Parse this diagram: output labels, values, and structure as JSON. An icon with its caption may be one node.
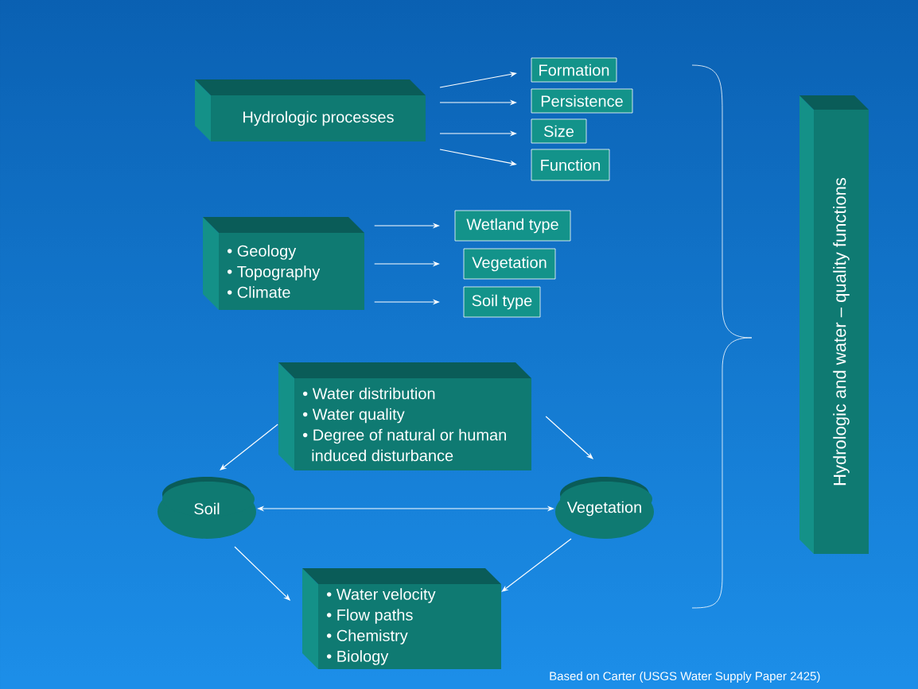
{
  "diagram": {
    "caption": "Based on Carter (USGS Water Supply Paper 2425)",
    "nodes": [
      {
        "text": [
          "Hydrologic processes"
        ]
      },
      {
        "text": [
          "Formation"
        ]
      },
      {
        "text": [
          "Persistence"
        ]
      },
      {
        "text": [
          "Size"
        ]
      },
      {
        "text": [
          "Function"
        ]
      },
      {
        "text": [
          "• Geology",
          "• Topography",
          "• Climate"
        ]
      },
      {
        "text": [
          "Wetland type"
        ]
      },
      {
        "text": [
          "Vegetation"
        ]
      },
      {
        "text": [
          "Soil type"
        ]
      },
      {
        "text": [
          "• Water distribution",
          "• Water quality",
          "• Degree of natural or human induced disturbance"
        ]
      },
      {
        "text": [
          "Soil"
        ]
      },
      {
        "text": [
          "Vegetation"
        ]
      },
      {
        "text": [
          "• Water velocity",
          "• Flow paths",
          "• Chemistry",
          "• Biology"
        ]
      },
      {
        "text": [
          "Hydrologic and water – quality functions"
        ]
      }
    ],
    "edges": [
      {
        "from": 0,
        "to": 1,
        "arrow": "to"
      },
      {
        "from": 0,
        "to": 2,
        "arrow": "to"
      },
      {
        "from": 0,
        "to": 3,
        "arrow": "to"
      },
      {
        "from": 0,
        "to": 4,
        "arrow": "to"
      },
      {
        "from": 5,
        "to": 6,
        "arrow": "to"
      },
      {
        "from": 5,
        "to": 7,
        "arrow": "to"
      },
      {
        "from": 5,
        "to": 8,
        "arrow": "to"
      },
      {
        "from": 9,
        "to": 10,
        "arrow": "to"
      },
      {
        "from": 9,
        "to": 11,
        "arrow": "to"
      },
      {
        "from": 10,
        "to": 11,
        "arrow": "both"
      },
      {
        "from": 10,
        "to": 12,
        "arrow": "to"
      },
      {
        "from": 11,
        "to": 12,
        "arrow": "to"
      }
    ]
  }
}
